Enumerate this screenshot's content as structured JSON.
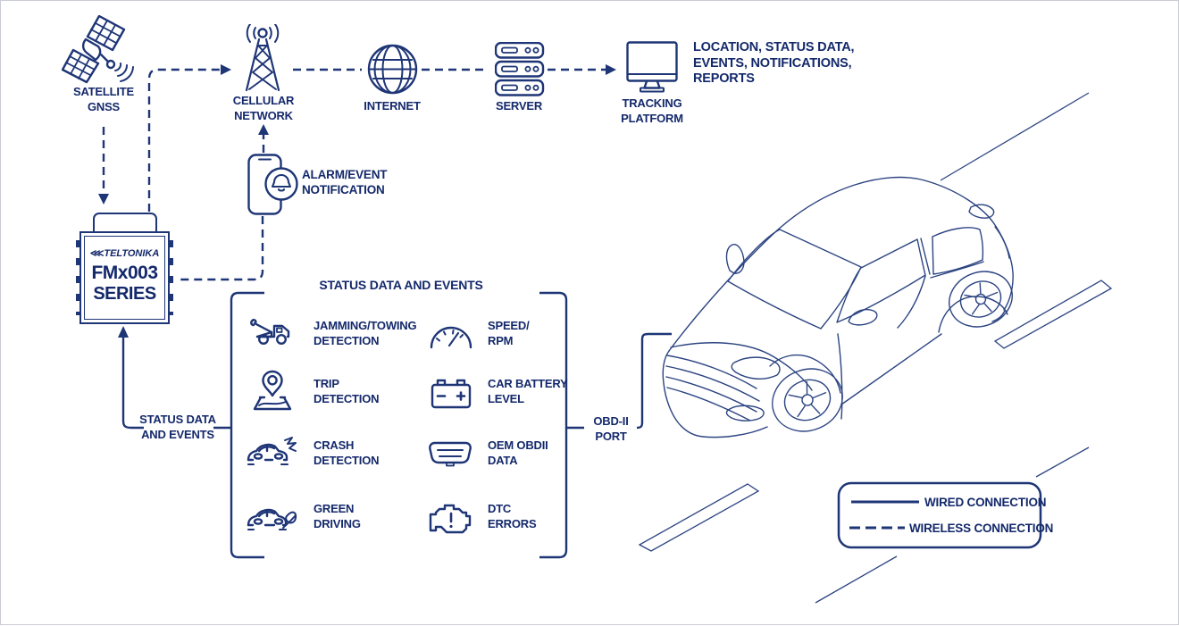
{
  "colors": {
    "ink": "#1e3576",
    "text": "#14296b",
    "background": "#ffffff"
  },
  "nodes": {
    "satellite": {
      "icon": "satellite-icon",
      "label": "SATELLITE\nGNSS"
    },
    "cellular": {
      "icon": "cell-tower-icon",
      "label": "CELLULAR\nNETWORK"
    },
    "internet": {
      "icon": "internet-globe-icon",
      "label": "INTERNET"
    },
    "server": {
      "icon": "server-icon",
      "label": "SERVER"
    },
    "tracking": {
      "icon": "monitor-icon",
      "label": "TRACKING\nPLATFORM"
    },
    "outputs_text": "LOCATION, STATUS DATA,\nEVENTS, NOTIFICATIONS,\nREPORTS",
    "alarm": {
      "icon": "phone-bell-icon",
      "label": "ALARM/EVENT\nNOTIFICATION"
    }
  },
  "device": {
    "logo_glyph": "⋘",
    "brand": "TELTONIKA",
    "model": "FMx003",
    "series": "SERIES",
    "feed_label": "STATUS DATA\nAND EVENTS"
  },
  "status_box": {
    "title": "STATUS DATA AND EVENTS",
    "items": [
      {
        "icon": "tow-truck-icon",
        "label": "JAMMING/TOWING\nDETECTION"
      },
      {
        "icon": "map-pin-icon",
        "label": "TRIP\nDETECTION"
      },
      {
        "icon": "car-crash-icon",
        "label": "CRASH\nDETECTION"
      },
      {
        "icon": "eco-car-icon",
        "label": "GREEN\nDRIVING"
      },
      {
        "icon": "speedometer-icon",
        "label": "SPEED/\nRPM"
      },
      {
        "icon": "car-battery-icon",
        "label": "CAR BATTERY\nLEVEL"
      },
      {
        "icon": "obd-connector-icon",
        "label": "OEM OBDII\nDATA"
      },
      {
        "icon": "engine-warning-icon",
        "label": "DTC\nERRORS"
      }
    ]
  },
  "obd_port_label": "OBD-II\nPORT",
  "legend": {
    "wired": "WIRED CONNECTION",
    "wireless": "WIRELESS CONNECTION"
  }
}
